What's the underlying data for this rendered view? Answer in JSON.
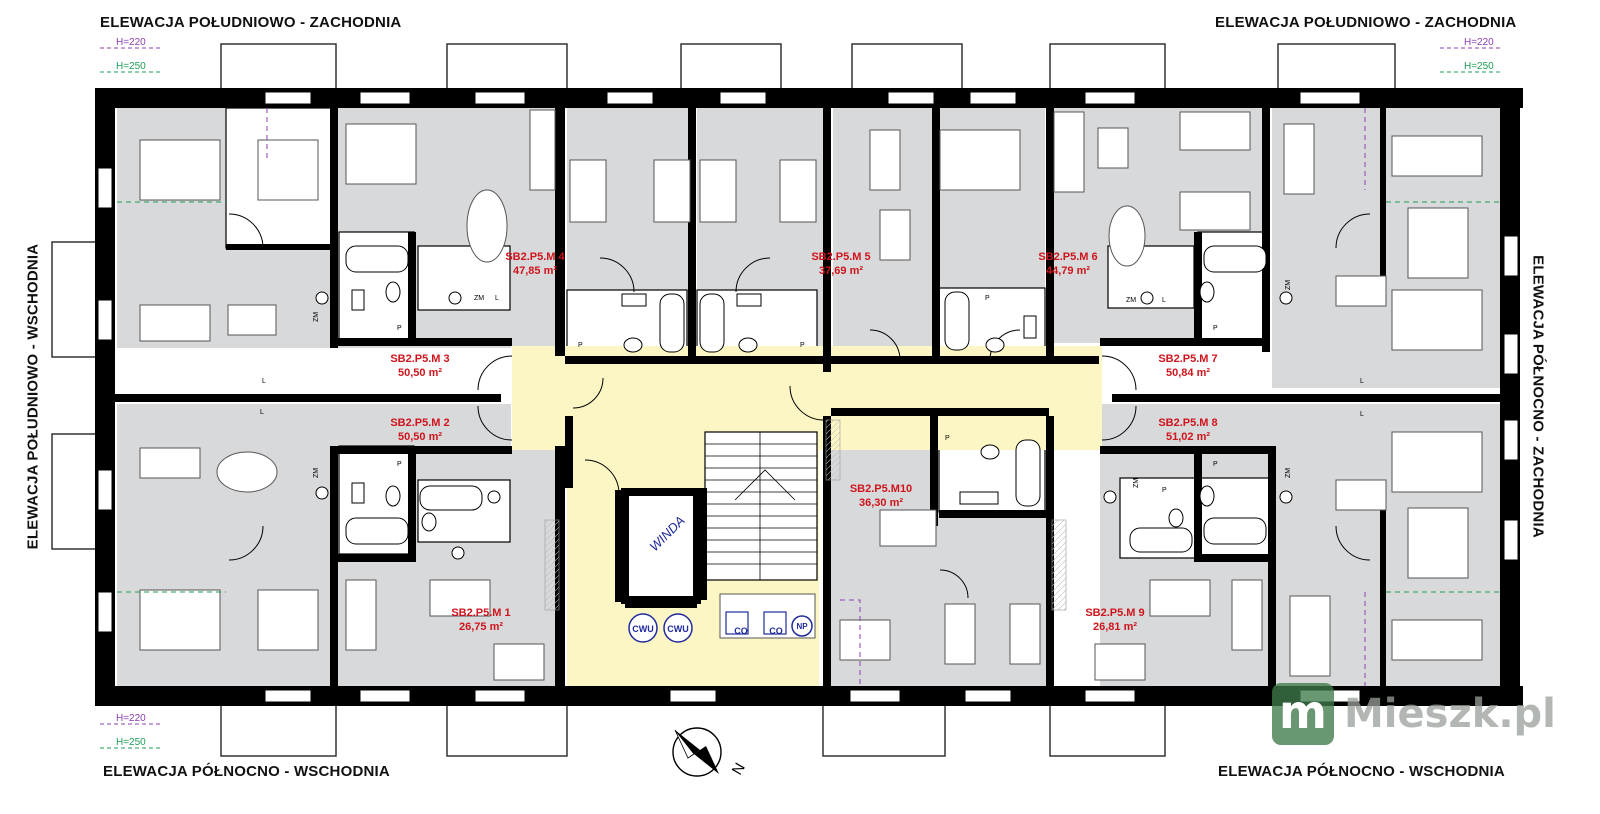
{
  "elevations": {
    "top_left": "ELEWACJA POŁUDNIOWO - ZACHODNIA",
    "top_right": "ELEWACJA POŁUDNIOWO - ZACHODNIA",
    "bottom_left": "ELEWACJA PÓŁNOCNO - WSCHODNIA",
    "bottom_right": "ELEWACJA PÓŁNOCNO - WSCHODNIA",
    "left": "ELEWACJA POŁUDNIOWO - WSCHODNIA",
    "right": "ELEWACJA PÓŁNOCNO - ZACHODNIA"
  },
  "height_marks": {
    "h220": "H=220",
    "h250": "H=250"
  },
  "units": [
    {
      "id": "m1",
      "name": "SB2.P5.M 1",
      "area": "26,75 m²"
    },
    {
      "id": "m2",
      "name": "SB2.P5.M 2",
      "area": "50,50 m²"
    },
    {
      "id": "m3",
      "name": "SB2.P5.M 3",
      "area": "50,50 m²"
    },
    {
      "id": "m4",
      "name": "SB2.P5.M 4",
      "area": "47,85 m²"
    },
    {
      "id": "m5",
      "name": "SB2.P5.M 5",
      "area": "37,69 m²"
    },
    {
      "id": "m6",
      "name": "SB2.P5.M 6",
      "area": "44,79 m²"
    },
    {
      "id": "m7",
      "name": "SB2.P5.M 7",
      "area": "50,84 m²"
    },
    {
      "id": "m8",
      "name": "SB2.P5.M 8",
      "area": "51,02 m²"
    },
    {
      "id": "m9",
      "name": "SB2.P5.M 9",
      "area": "26,81 m²"
    },
    {
      "id": "m10",
      "name": "SB2.P5.M10",
      "area": "36,30 m²"
    }
  ],
  "shafts": {
    "elevator": "WINDA",
    "cwu": "CWU",
    "co": "CO",
    "np": "NP"
  },
  "fixtures": {
    "zm": "ZM",
    "l": "L",
    "p": "P"
  },
  "compass": "N",
  "watermark": "Mieszk.pl",
  "colors": {
    "wall": "#000000",
    "room_floor": "#d8d9db",
    "corridor": "#fcf6c4",
    "unit_label": "#d0141c",
    "shaft_label": "#1f2b9c",
    "h220": "#8a3fb0",
    "h250": "#1f9d55"
  }
}
